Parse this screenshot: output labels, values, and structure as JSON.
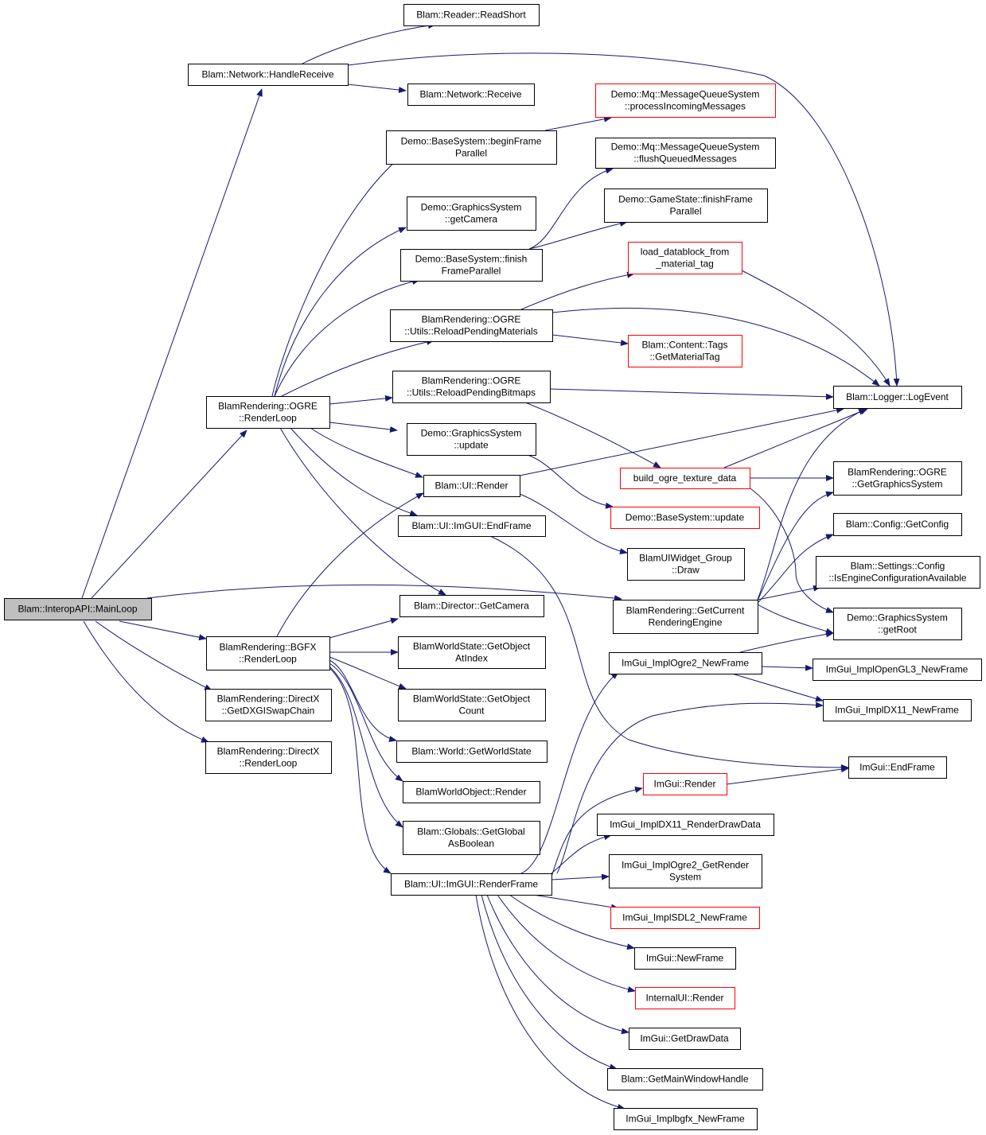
{
  "colors": {
    "edge": "#191970",
    "node_border": "#000000",
    "node_border_truncated": "#ff0000",
    "node_fill": "#ffffff",
    "root_fill": "#bfbfbf",
    "text": "#000000"
  },
  "nodes": [
    {
      "id": "mainloop",
      "lines": [
        "Blam::InteropAPI::MainLoop"
      ],
      "style": "root"
    },
    {
      "id": "handlereceive",
      "lines": [
        "Blam::Network::HandleReceive"
      ],
      "style": "normal"
    },
    {
      "id": "readshort",
      "lines": [
        "Blam::Reader::ReadShort"
      ],
      "style": "normal"
    },
    {
      "id": "receive",
      "lines": [
        "Blam::Network::Receive"
      ],
      "style": "normal"
    },
    {
      "id": "beginframe",
      "lines": [
        "Demo::BaseSystem::beginFrame",
        "Parallel"
      ],
      "style": "normal"
    },
    {
      "id": "procincoming",
      "lines": [
        "Demo::Mq::MessageQueueSystem",
        "::processIncomingMessages"
      ],
      "style": "truncated"
    },
    {
      "id": "flushqueued",
      "lines": [
        "Demo::Mq::MessageQueueSystem",
        "::flushQueuedMessages"
      ],
      "style": "normal"
    },
    {
      "id": "getcamera_gs",
      "lines": [
        "Demo::GraphicsSystem",
        "::getCamera"
      ],
      "style": "normal"
    },
    {
      "id": "finishframe_gs",
      "lines": [
        "Demo::GameState::finishFrame",
        "Parallel"
      ],
      "style": "normal"
    },
    {
      "id": "finishframe_bs",
      "lines": [
        "Demo::BaseSystem::finish",
        "FrameParallel"
      ],
      "style": "normal"
    },
    {
      "id": "loaddatablock",
      "lines": [
        "load_datablock_from",
        "_material_tag"
      ],
      "style": "truncated"
    },
    {
      "id": "reloadmaterials",
      "lines": [
        "BlamRendering::OGRE",
        "::Utils::ReloadPendingMaterials"
      ],
      "style": "normal"
    },
    {
      "id": "getmaterialtag",
      "lines": [
        "Blam::Content::Tags",
        "::GetMaterialTag"
      ],
      "style": "truncated"
    },
    {
      "id": "reloadbitmaps",
      "lines": [
        "BlamRendering::OGRE",
        "::Utils::ReloadPendingBitmaps"
      ],
      "style": "normal"
    },
    {
      "id": "logevent",
      "lines": [
        "Blam::Logger::LogEvent"
      ],
      "style": "normal"
    },
    {
      "id": "ogre_renderloop",
      "lines": [
        "BlamRendering::OGRE",
        "::RenderLoop"
      ],
      "style": "normal"
    },
    {
      "id": "gs_update",
      "lines": [
        "Demo::GraphicsSystem",
        "::update"
      ],
      "style": "normal"
    },
    {
      "id": "buildogretex",
      "lines": [
        "build_ogre_texture_data"
      ],
      "style": "truncated"
    },
    {
      "id": "getgraphicssystem",
      "lines": [
        "BlamRendering::OGRE",
        "::GetGraphicsSystem"
      ],
      "style": "normal"
    },
    {
      "id": "ui_render",
      "lines": [
        "Blam::UI::Render"
      ],
      "style": "normal"
    },
    {
      "id": "bs_update",
      "lines": [
        "Demo::BaseSystem::update"
      ],
      "style": "truncated"
    },
    {
      "id": "getconfig",
      "lines": [
        "Blam::Config::GetConfig"
      ],
      "style": "normal"
    },
    {
      "id": "imgui_endframe_ui",
      "lines": [
        "Blam::UI::ImGUI::EndFrame"
      ],
      "style": "normal"
    },
    {
      "id": "widgetgroup_draw",
      "lines": [
        "BlamUIWidget_Group",
        "::Draw"
      ],
      "style": "normal"
    },
    {
      "id": "isengineconfig",
      "lines": [
        "Blam::Settings::Config",
        "::IsEngineConfigurationAvailable"
      ],
      "style": "normal"
    },
    {
      "id": "director_getcamera",
      "lines": [
        "Blam::Director::GetCamera"
      ],
      "style": "normal"
    },
    {
      "id": "getcurrentengine",
      "lines": [
        "BlamRendering::GetCurrent",
        "RenderingEngine"
      ],
      "style": "normal"
    },
    {
      "id": "gs_getroot",
      "lines": [
        "Demo::GraphicsSystem",
        "::getRoot"
      ],
      "style": "normal"
    },
    {
      "id": "bgfx_renderloop",
      "lines": [
        "BlamRendering::BGFX",
        "::RenderLoop"
      ],
      "style": "normal"
    },
    {
      "id": "getobjectatindex",
      "lines": [
        "BlamWorldState::GetObject",
        "AtIndex"
      ],
      "style": "normal"
    },
    {
      "id": "ogre2_newframe",
      "lines": [
        "ImGui_ImplOgre2_NewFrame"
      ],
      "style": "normal"
    },
    {
      "id": "opengl3_newframe",
      "lines": [
        "ImGui_ImplOpenGL3_NewFrame"
      ],
      "style": "normal"
    },
    {
      "id": "dx_getswapchain",
      "lines": [
        "BlamRendering::DirectX",
        "::GetDXGISwapChain"
      ],
      "style": "normal"
    },
    {
      "id": "getobjectcount",
      "lines": [
        "BlamWorldState::GetObject",
        "Count"
      ],
      "style": "normal"
    },
    {
      "id": "dx11_newframe",
      "lines": [
        "ImGui_ImplDX11_NewFrame"
      ],
      "style": "normal"
    },
    {
      "id": "dx_renderloop",
      "lines": [
        "BlamRendering::DirectX",
        "::RenderLoop"
      ],
      "style": "normal"
    },
    {
      "id": "getworldstate",
      "lines": [
        "Blam::World::GetWorldState"
      ],
      "style": "normal"
    },
    {
      "id": "imgui_endframe",
      "lines": [
        "ImGui::EndFrame"
      ],
      "style": "normal"
    },
    {
      "id": "imgui_render",
      "lines": [
        "ImGui::Render"
      ],
      "style": "truncated"
    },
    {
      "id": "worldobject_render",
      "lines": [
        "BlamWorldObject::Render"
      ],
      "style": "normal"
    },
    {
      "id": "dx11_renderdrawdata",
      "lines": [
        "ImGui_ImplDX11_RenderDrawData"
      ],
      "style": "normal"
    },
    {
      "id": "getglobalbool",
      "lines": [
        "Blam::Globals::GetGlobal",
        "AsBoolean"
      ],
      "style": "normal"
    },
    {
      "id": "ogre2_getrendersystem",
      "lines": [
        "ImGui_ImplOgre2_GetRender",
        "System"
      ],
      "style": "normal"
    },
    {
      "id": "ui_renderframe",
      "lines": [
        "Blam::UI::ImGUI::RenderFrame"
      ],
      "style": "normal"
    },
    {
      "id": "sdl2_newframe",
      "lines": [
        "ImGui_ImplSDL2_NewFrame"
      ],
      "style": "truncated"
    },
    {
      "id": "imgui_newframe",
      "lines": [
        "ImGui::NewFrame"
      ],
      "style": "normal"
    },
    {
      "id": "internalui_render",
      "lines": [
        "InternalUI::Render"
      ],
      "style": "truncated"
    },
    {
      "id": "getdrawdata",
      "lines": [
        "ImGui::GetDrawData"
      ],
      "style": "normal"
    },
    {
      "id": "getmainwindow",
      "lines": [
        "Blam::GetMainWindowHandle"
      ],
      "style": "normal"
    },
    {
      "id": "bgfx_newframe",
      "lines": [
        "ImGui_Implbgfx_NewFrame"
      ],
      "style": "normal"
    }
  ]
}
